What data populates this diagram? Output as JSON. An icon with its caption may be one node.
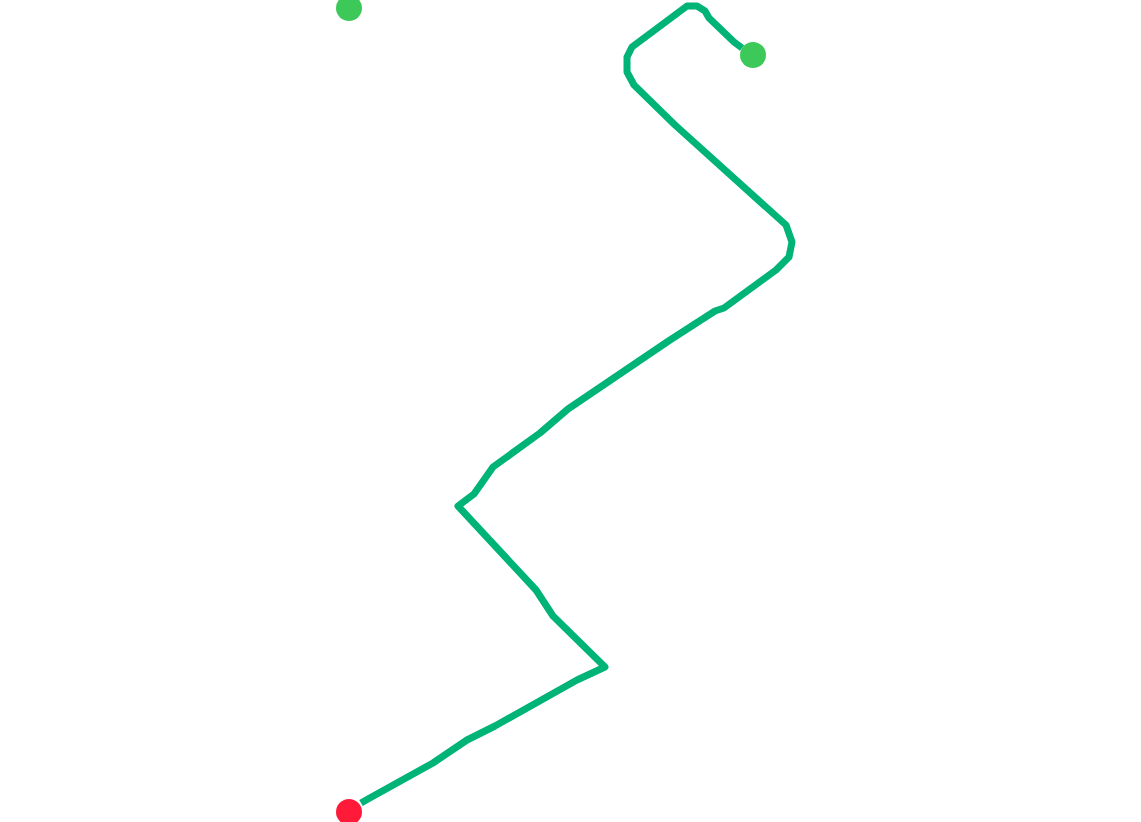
{
  "diagram": {
    "nodes": [
      {
        "text": [],
        "shape": "circle"
      },
      {
        "text": [],
        "shape": "circle"
      },
      {
        "text": [],
        "shape": "circle"
      }
    ],
    "edges": [
      {
        "from": 2,
        "to": 1,
        "arrow": "none"
      }
    ]
  }
}
